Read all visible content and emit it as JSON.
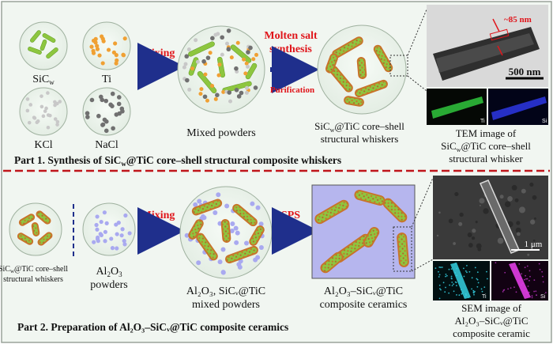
{
  "part1": {
    "circles": {
      "sic": "SiC",
      "sic_sub": "w",
      "ti": "Ti",
      "kcl": "KCl",
      "nacl": "NaCl"
    },
    "mixing": "Mixing",
    "mixed_powders": "Mixed powders",
    "molten_1": "Molten salt",
    "molten_2": "synthesis",
    "purification": "Purification",
    "product_line1_a": "SiC",
    "product_line1_sub": "w",
    "product_line1_b": "@TiC core–shell",
    "product_line2": "structural whiskers",
    "title": "Part 1. Synthesis of SiC",
    "title_sub": "w",
    "title_end": "@TiC core–shell  structural composite whiskers",
    "tem": {
      "thickness": "~85 nm",
      "scale": "500 nm",
      "ti": "Ti",
      "si": "Si",
      "caption1": "TEM image of",
      "caption2a": "SiC",
      "caption2sub": "w",
      "caption2b": "@TiC core–shell",
      "caption3": "structural whisker"
    }
  },
  "part2": {
    "left1a": "SiC",
    "left1sub": "w",
    "left1b": "@TiC core–shell",
    "left2": "structural whiskers",
    "al2o3_a": "Al",
    "al2o3_s1": "2",
    "al2o3_b": "O",
    "al2o3_s2": "3",
    "powders": "powders",
    "mixing": "Mixing",
    "mixed_line1": "Al₂O₃, SiCᵥ@TiC",
    "mixed_line2": "mixed powders",
    "sps": "SPS",
    "comp_line1": "Al₂O₃–SiCᵥ@TiC",
    "comp_line2": "composite ceramics",
    "title": "Part 2. Preparation of Al₂O₃–SiCᵥ@TiC composite ceramics",
    "sem": {
      "scale": "1 μm",
      "ti": "Ti",
      "si": "Si",
      "caption1": "SEM image of",
      "caption2": "Al₂O₃–SiCᵥ@TiC",
      "caption3": "composite ceramic"
    }
  },
  "colors": {
    "whisker": "#8dc63f",
    "ti": "#f0a033",
    "kcl": "#c8c8c8",
    "nacl": "#707070",
    "al2o3": "#a9a9f0",
    "arrow": "#1f2f8c",
    "red": "#e0151b",
    "panel_bg": "#eef4ee"
  }
}
